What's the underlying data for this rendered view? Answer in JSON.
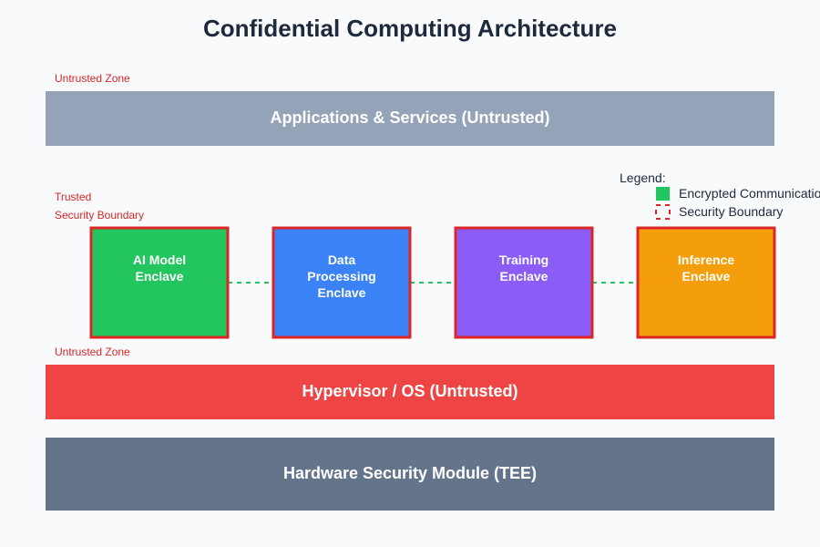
{
  "title": "Confidential Computing Architecture",
  "zone_labels": {
    "untrusted_top": "Untrusted Zone",
    "trusted": "Trusted",
    "security_boundary": "Security Boundary",
    "untrusted_bottom": "Untrusted Zone"
  },
  "layers": {
    "applications": {
      "label": "Applications & Services (Untrusted)",
      "color": "#94a3b8"
    },
    "hypervisor": {
      "label": "Hypervisor / OS (Untrusted)",
      "color": "#ef4444"
    },
    "hardware": {
      "label": "Hardware Security Module (TEE)",
      "color": "#64748b"
    }
  },
  "enclaves": [
    {
      "lines": [
        "AI Model",
        "Enclave"
      ],
      "color": "#22c55e"
    },
    {
      "lines": [
        "Data",
        "Processing",
        "Enclave"
      ],
      "color": "#3b82f6"
    },
    {
      "lines": [
        "Training",
        "Enclave"
      ],
      "color": "#8b5cf6"
    },
    {
      "lines": [
        "Inference",
        "Enclave"
      ],
      "color": "#f59e0b"
    }
  ],
  "colors": {
    "boundary": "#dc2626",
    "encrypted_link": "#22c55e"
  },
  "legend": {
    "title": "Legend:",
    "items": [
      {
        "label": "Encrypted Communication",
        "type": "encrypted"
      },
      {
        "label": "Security Boundary",
        "type": "boundary"
      }
    ]
  }
}
